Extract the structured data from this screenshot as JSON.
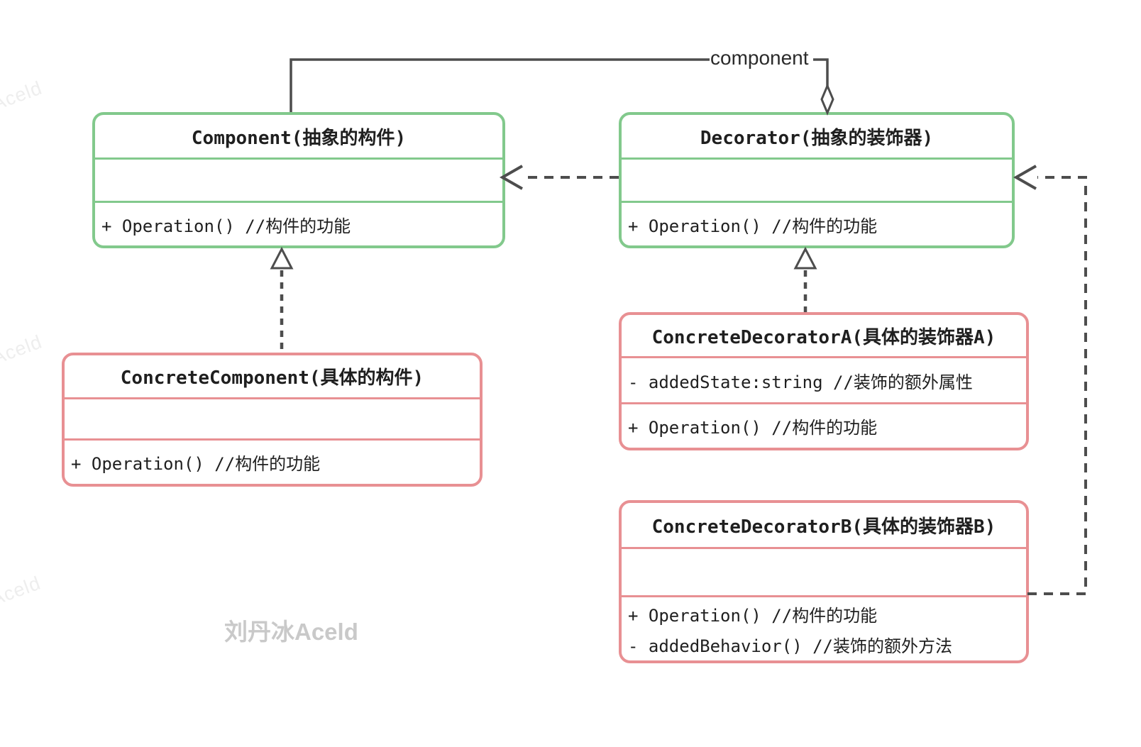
{
  "colors": {
    "green": "#82c98c",
    "red": "#e89093",
    "connector": "#4d4d4d",
    "text": "#1f1f1f",
    "watermark": "#c9c9c9",
    "watermark_faint": "#eeeeee"
  },
  "label": {
    "association": "component"
  },
  "watermarks": {
    "author": "刘丹冰Aceld",
    "corner": "Aceld"
  },
  "classes": [
    {
      "id": "component",
      "name": "Component(抽象的构件)",
      "attributes": [],
      "methods": [
        "+ Operation() //构件的功能"
      ]
    },
    {
      "id": "decorator",
      "name": "Decorator(抽象的装饰器)",
      "attributes": [],
      "methods": [
        "+ Operation() //构件的功能"
      ]
    },
    {
      "id": "concrete-component",
      "name": "ConcreteComponent(具体的构件)",
      "attributes": [],
      "methods": [
        "+ Operation() //构件的功能"
      ]
    },
    {
      "id": "concrete-decorator-a",
      "name": "ConcreteDecoratorA(具体的装饰器A)",
      "attributes": [
        "- addedState:string //装饰的额外属性"
      ],
      "methods": [
        "+ Operation() //构件的功能"
      ]
    },
    {
      "id": "concrete-decorator-b",
      "name": "ConcreteDecoratorB(具体的装饰器B)",
      "attributes": [],
      "methods": [
        "+ Operation() //构件的功能",
        "- addedBehavior() //装饰的额外方法"
      ]
    }
  ],
  "relationships": [
    {
      "type": "aggregation",
      "from": "Decorator",
      "to": "Component",
      "label": "component"
    },
    {
      "type": "realization",
      "from": "ConcreteComponent",
      "to": "Component"
    },
    {
      "type": "realization",
      "from": "ConcreteDecoratorA",
      "to": "Decorator"
    },
    {
      "type": "dependency",
      "from": "Decorator",
      "to": "Component"
    },
    {
      "type": "dependency",
      "from": "ConcreteDecoratorB",
      "to": "Decorator"
    }
  ]
}
